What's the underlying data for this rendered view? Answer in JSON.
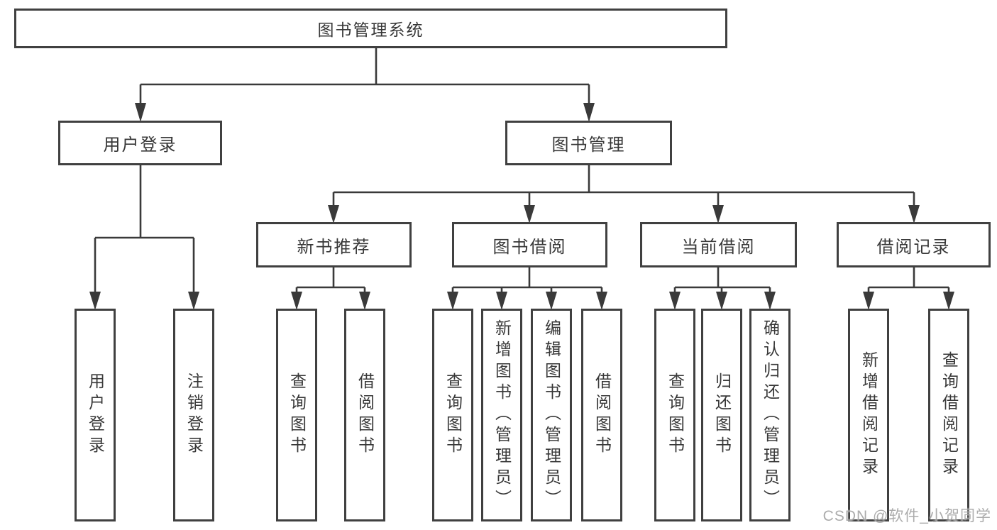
{
  "diagram": {
    "type": "hierarchy-tree",
    "colors": {
      "box_border": "#404040",
      "connector_line": "#3a3a3a",
      "text": "#383838",
      "background": "#ffffff",
      "watermark_text": "#9e9e9e"
    },
    "tree": {
      "root": "图书管理系统",
      "children": [
        {
          "label": "用户登录",
          "children": [
            {
              "label": "用户登录"
            },
            {
              "label": "注销登录"
            }
          ]
        },
        {
          "label": "图书管理",
          "children": [
            {
              "label": "新书推荐",
              "children": [
                {
                  "label": "查询图书"
                },
                {
                  "label": "借阅图书"
                }
              ]
            },
            {
              "label": "图书借阅",
              "children": [
                {
                  "label": "查询图书"
                },
                {
                  "label": "新增图书（管理员）"
                },
                {
                  "label": "编辑图书（管理员）"
                },
                {
                  "label": "借阅图书"
                }
              ]
            },
            {
              "label": "当前借阅",
              "children": [
                {
                  "label": "查询图书"
                },
                {
                  "label": "归还图书"
                },
                {
                  "label": "确认归还（管理员）"
                }
              ]
            },
            {
              "label": "借阅记录",
              "children": [
                {
                  "label": "新增借阅记录"
                },
                {
                  "label": "查询借阅记录"
                }
              ]
            }
          ]
        }
      ]
    }
  },
  "watermark": {
    "text": "CSDN @软件_小贺同学"
  }
}
